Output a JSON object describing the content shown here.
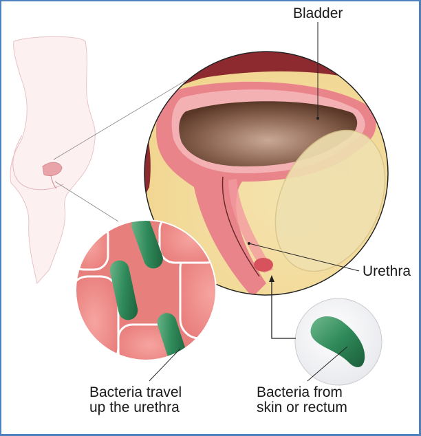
{
  "figure": {
    "type": "medical-illustration",
    "subject": "Urinary tract infection pathway",
    "border_color": "#4f81bd"
  },
  "labels": {
    "bladder": "Bladder",
    "urethra": "Urethra",
    "bacteria_travel": [
      "Bacteria travel",
      "up the urethra"
    ],
    "bacteria_source": [
      "Bacteria from",
      "skin or rectum"
    ]
  },
  "panels": [
    {
      "id": "body-silhouette",
      "desc": "Side view of a female torso with bladder highlighted"
    },
    {
      "id": "bladder-cross-section",
      "desc": "Magnified cutaway of bladder and urethra"
    },
    {
      "id": "urethra-closeup",
      "desc": "Close-up of green rod-shaped bacteria on urethral lining"
    },
    {
      "id": "single-bacterium",
      "desc": "Single green bacterium with arrow pointing to urethral opening"
    }
  ],
  "colors": {
    "bacteria": "#2f8a5a",
    "tissue": "#e8838a",
    "bladder_lumen": "#7a5540",
    "fat": "#f3dc9a",
    "skin": "#fbeaec"
  }
}
